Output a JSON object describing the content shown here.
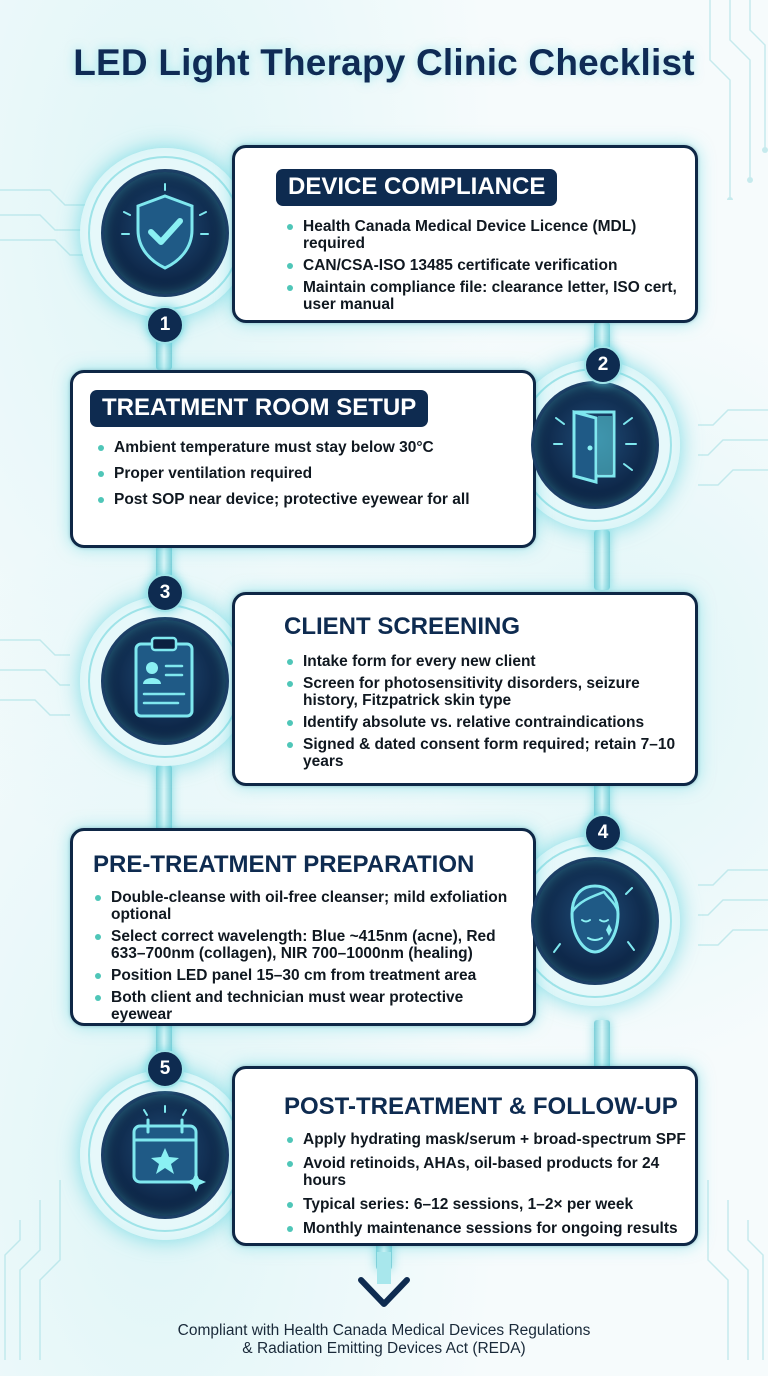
{
  "title": "LED Light Therapy Clinic Checklist",
  "sections": [
    {
      "number": "1",
      "heading": "DEVICE COMPLIANCE",
      "icon": "shield-check-icon",
      "items": [
        "Health Canada Medical Device Licence (MDL) required",
        "CAN/CSA-ISO 13485 certificate verification",
        "Maintain compliance file: clearance letter, ISO cert, user manual"
      ]
    },
    {
      "number": "2",
      "heading": "TREATMENT ROOM SETUP",
      "icon": "open-door-icon",
      "items": [
        "Ambient temperature must stay below 30°C",
        "Proper ventilation required",
        "Post SOP near device; protective eyewear for all"
      ]
    },
    {
      "number": "3",
      "heading": "CLIENT SCREENING",
      "icon": "clipboard-user-icon",
      "items": [
        "Intake form for every new client",
        "Screen for photosensitivity disorders, seizure history, Fitzpatrick skin type",
        "Identify absolute vs. relative contraindications",
        "Signed & dated consent form required; retain 7–10 years"
      ]
    },
    {
      "number": "4",
      "heading": "PRE-TREATMENT PREPARATION",
      "icon": "face-sparkle-icon",
      "items": [
        "Double-cleanse with oil-free cleanser; mild exfoliation optional",
        "Select correct wavelength: Blue ~415nm (acne), Red 633–700nm (collagen), NIR 700–1000nm (healing)",
        "Position LED panel 15–30 cm from treatment area",
        "Both client and technician must wear protective eyewear"
      ]
    },
    {
      "number": "5",
      "heading": "POST-TREATMENT & FOLLOW-UP",
      "icon": "calendar-star-icon",
      "items": [
        "Apply hydrating mask/serum + broad-spectrum SPF",
        "Avoid retinoids, AHAs, oil-based products for 24 hours",
        "Typical series: 6–12 sessions, 1–2× per week",
        "Monthly maintenance sessions for ongoing results"
      ]
    }
  ],
  "footer": {
    "line1": "Compliant with Health Canada Medical Devices Regulations",
    "line2": "& Radiation Emitting Devices Act (REDA)"
  },
  "colors": {
    "navy": "#0e2b50",
    "glow": "#5fd6df",
    "bullet": "#4fc6b8"
  }
}
